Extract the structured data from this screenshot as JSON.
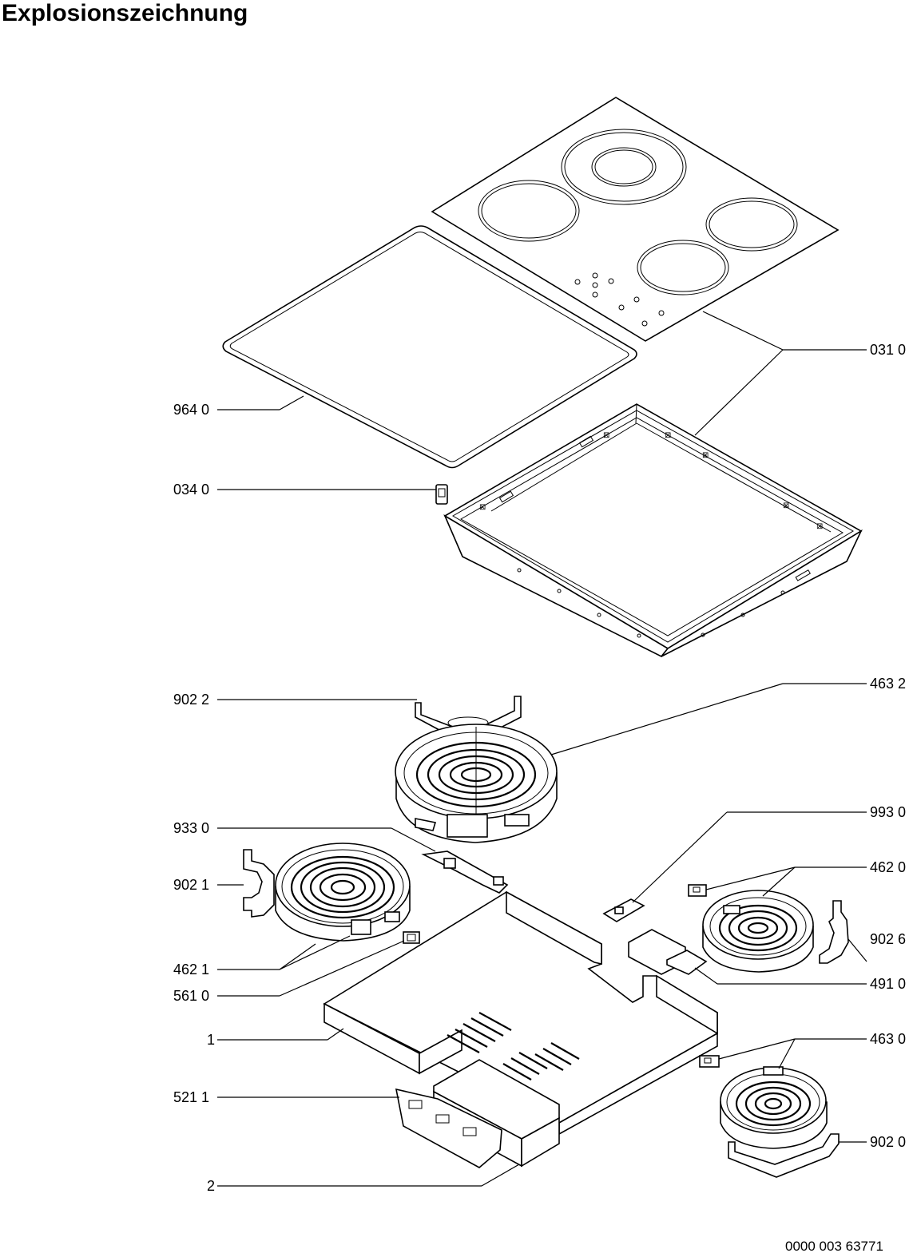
{
  "title": "Explosionszeichnung",
  "reference_number": "0000 003 63771",
  "labels": {
    "l_031_0": "031 0",
    "l_964_0": "964 0",
    "l_034_0": "034 0",
    "l_902_2": "902 2",
    "l_463_2": "463 2",
    "l_933_0": "933 0",
    "l_993_0": "993 0",
    "l_902_1": "902 1",
    "l_462_0": "462 0",
    "l_902_6": "902 6",
    "l_462_1": "462 1",
    "l_491_0": "491 0",
    "l_561_0": "561 0",
    "l_1": "1",
    "l_463_0": "463 0",
    "l_521_1": "521 1",
    "l_902_0": "902 0",
    "l_2": "2"
  }
}
